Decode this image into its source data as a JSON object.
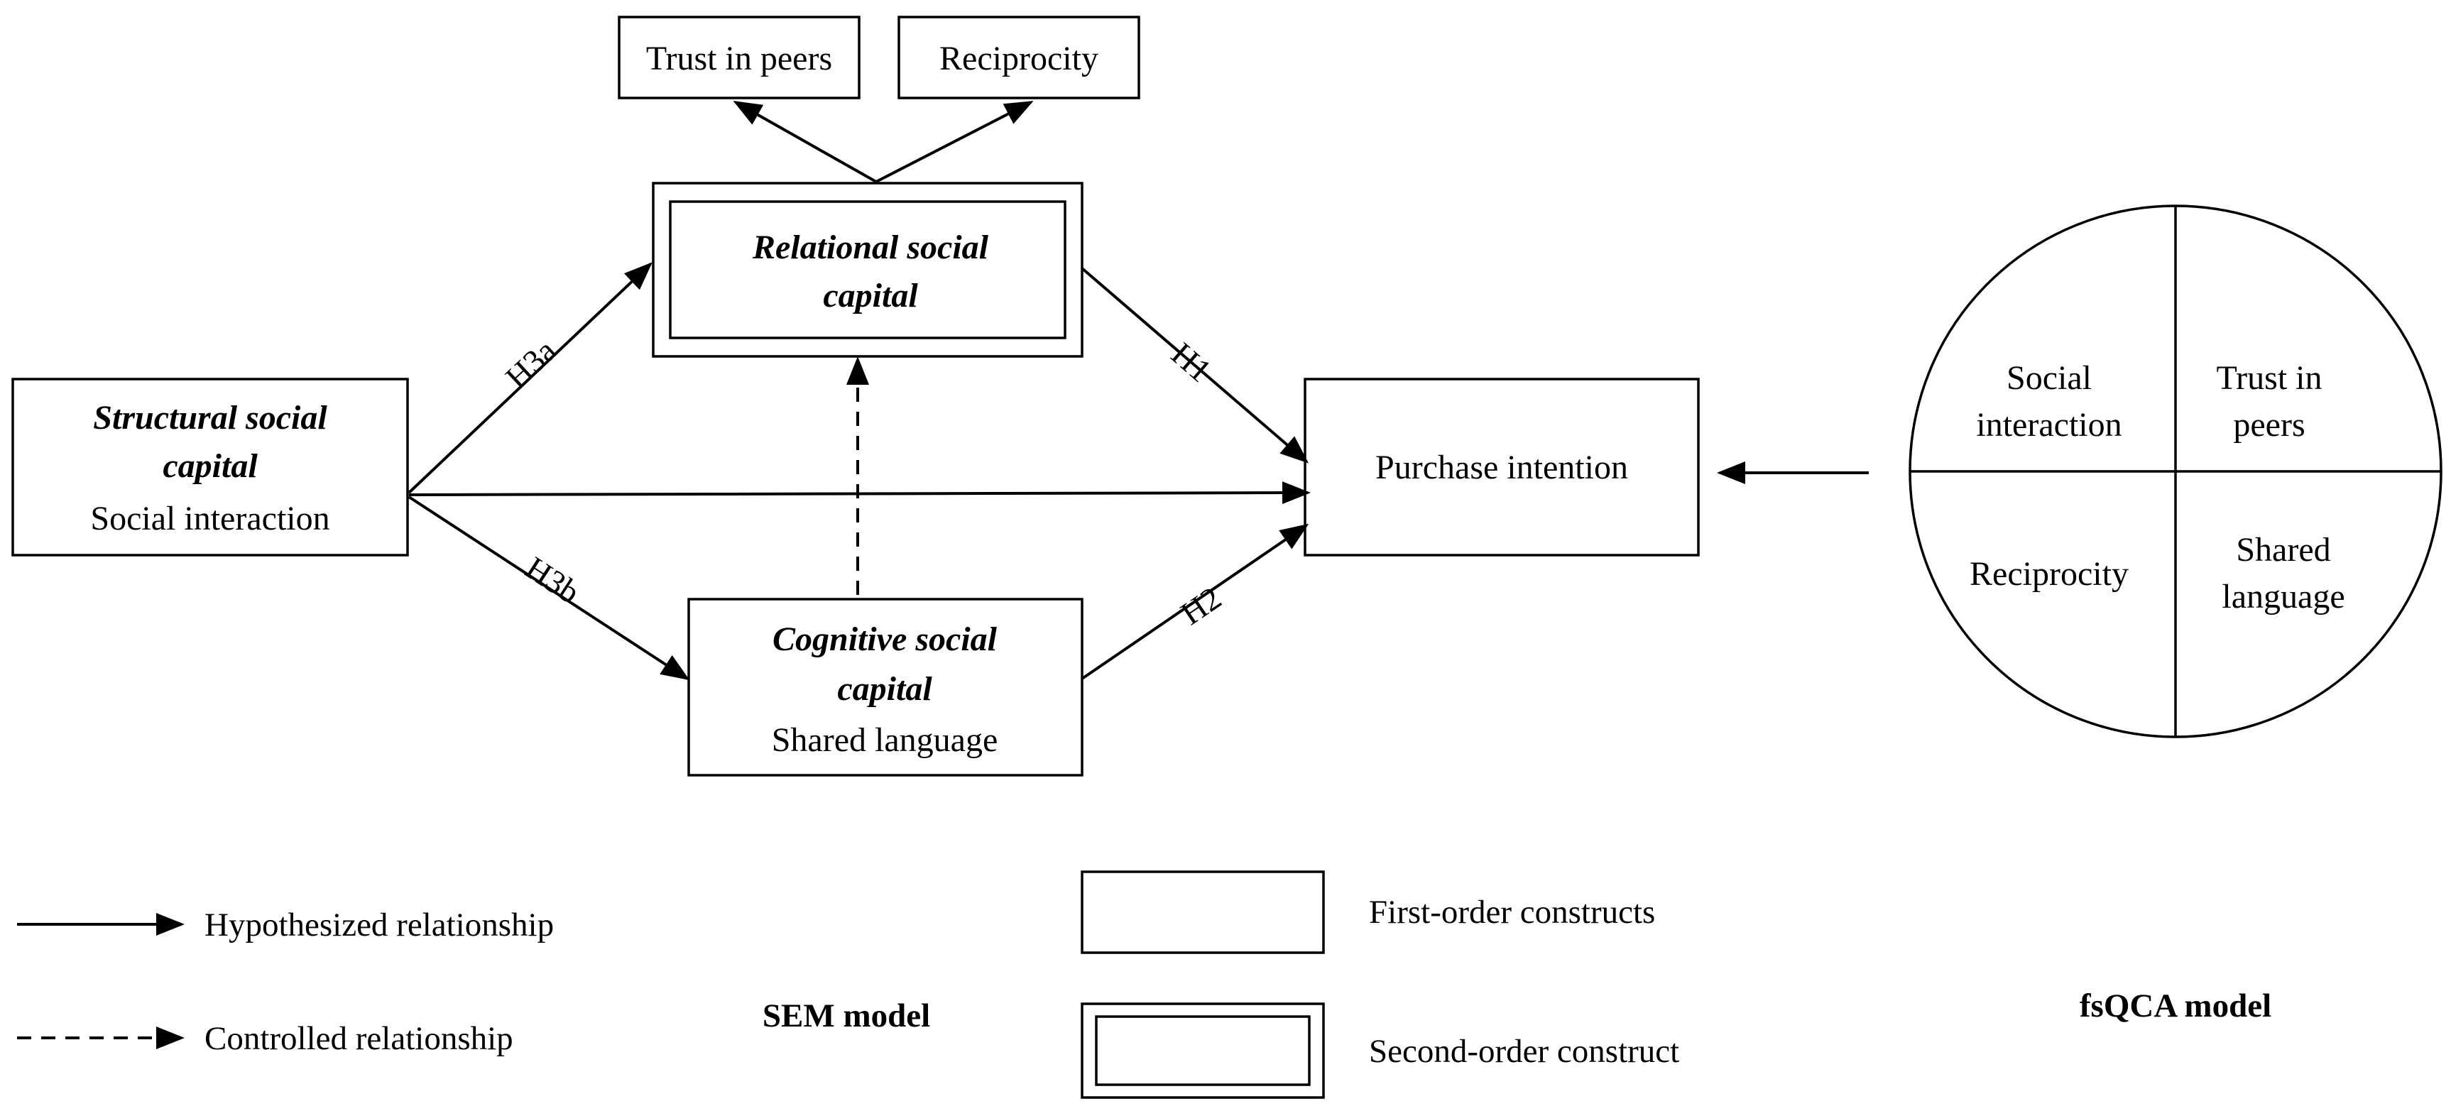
{
  "nodes": {
    "structural": {
      "title_line1": "Structural social",
      "title_line2": "capital",
      "subtitle": "Social  interaction"
    },
    "relational": {
      "title_line1": "Relational social",
      "title_line2": "capital"
    },
    "cognitive": {
      "title_line1": "Cognitive social",
      "title_line2": "capital",
      "subtitle": "Shared language"
    },
    "trust": {
      "label": "Trust in peers"
    },
    "reciprocity": {
      "label": "Reciprocity"
    },
    "purchase": {
      "label": "Purchase intention"
    }
  },
  "hypotheses": {
    "h1": "H1",
    "h2": "H2",
    "h3a": "H3a",
    "h3b": "H3b"
  },
  "fsqca_circle": {
    "top_left_line1": "Social",
    "top_left_line2": "interaction",
    "top_right_line1": "Trust in",
    "top_right_line2": "peers",
    "bottom_left": "Reciprocity",
    "bottom_right_line1": "Shared",
    "bottom_right_line2": "language"
  },
  "legend": {
    "hypothesized": "Hypothesized relationship",
    "controlled": "Controlled relationship",
    "first_order": "First-order constructs",
    "second_order": "Second-order construct"
  },
  "models": {
    "sem": "SEM model",
    "fsqca": "fsQCA model"
  }
}
